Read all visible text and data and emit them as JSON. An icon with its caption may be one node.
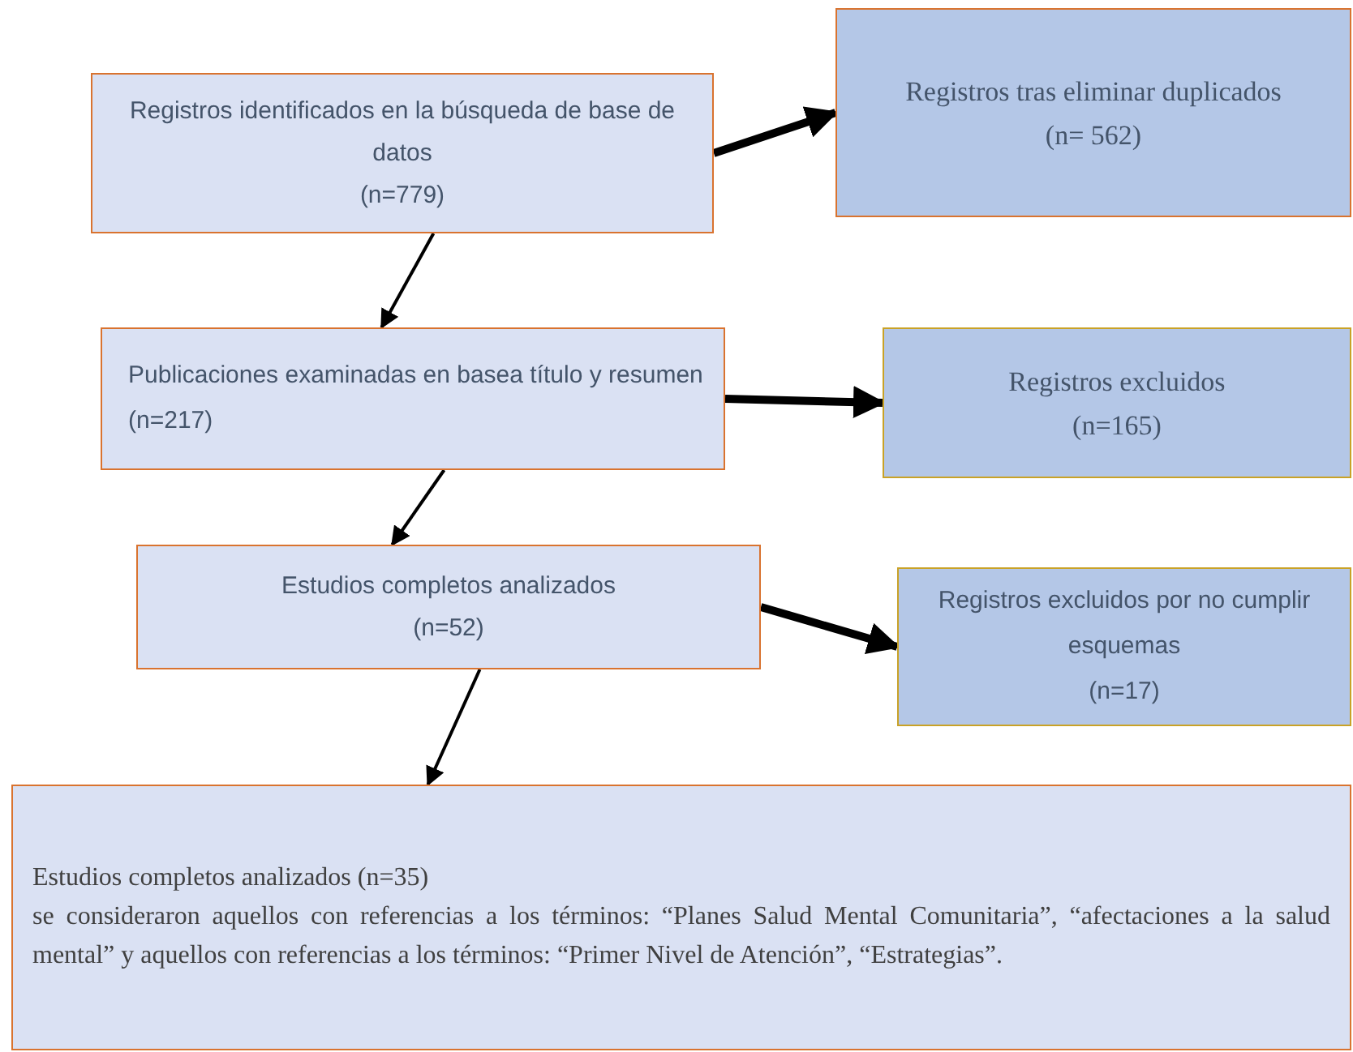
{
  "diagram": {
    "nodes": [
      {
        "text": [
          "Registros identificados en la búsqueda de base de datos",
          "(n=779)"
        ]
      },
      {
        "text": [
          "Registros tras eliminar duplicados",
          "(n= 562)"
        ]
      },
      {
        "text": [
          "Publicaciones examinadas en basea título y resumen (n=217)"
        ]
      },
      {
        "text": [
          "Registros excluidos",
          "(n=165)"
        ]
      },
      {
        "text": [
          "Estudios completos analizados",
          "(n=52)"
        ]
      },
      {
        "text": [
          "Registros excluidos por no cumplir esquemas",
          "(n=17)"
        ]
      },
      {
        "text": [
          "Estudios completos analizados (n=35)",
          "se consideraron aquellos con referencias a los términos: “Planes Salud Mental Comunitaria”, “afectaciones a la salud mental” y aquellos con referencias a los términos: “Primer Nivel de Atención”, “Estrategias”."
        ]
      }
    ],
    "edges": [
      {
        "from": 0,
        "to": 1,
        "arrow": "to",
        "style": "thick"
      },
      {
        "from": 0,
        "to": 2,
        "arrow": "to"
      },
      {
        "from": 2,
        "to": 3,
        "arrow": "to",
        "style": "thick"
      },
      {
        "from": 2,
        "to": 4,
        "arrow": "to"
      },
      {
        "from": 4,
        "to": 5,
        "arrow": "to",
        "style": "thick"
      },
      {
        "from": 4,
        "to": 6,
        "arrow": "to"
      }
    ]
  }
}
